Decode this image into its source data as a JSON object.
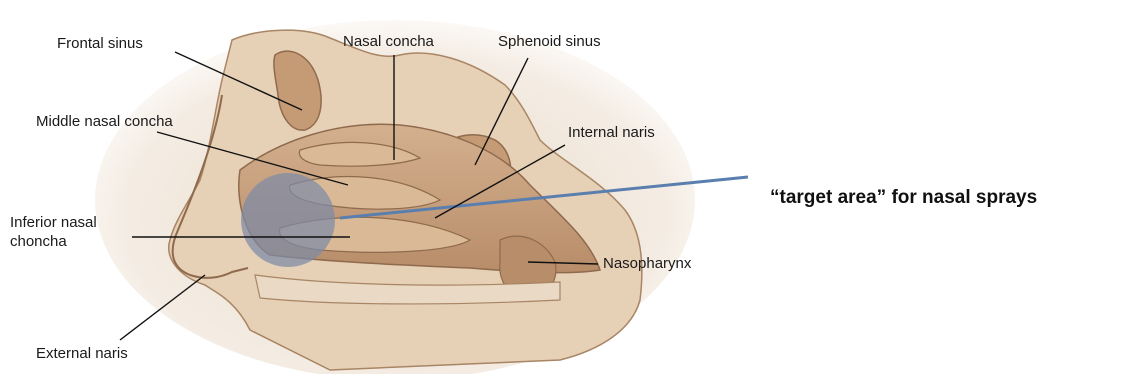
{
  "labels": {
    "frontal_sinus": "Frontal sinus",
    "nasal_concha": "Nasal concha",
    "sphenoid_sinus": "Sphenoid sinus",
    "middle_nasal_concha": "Middle nasal concha",
    "internal_naris": "Internal naris",
    "inferior_nasal_choncha_line1": "Inferior nasal",
    "inferior_nasal_choncha_line2": "choncha",
    "nasopharynx": "Nasopharynx",
    "external_naris": "External naris"
  },
  "callout": {
    "text": "“target area” for nasal sprays",
    "pointer_color": "#5a7fae",
    "highlight_color": "#7d8aa6"
  },
  "colors": {
    "tissue": "#c9a27e",
    "tissue_dark": "#9c7455",
    "bone": "#e8d5bf",
    "vignette": "#efe6db"
  }
}
